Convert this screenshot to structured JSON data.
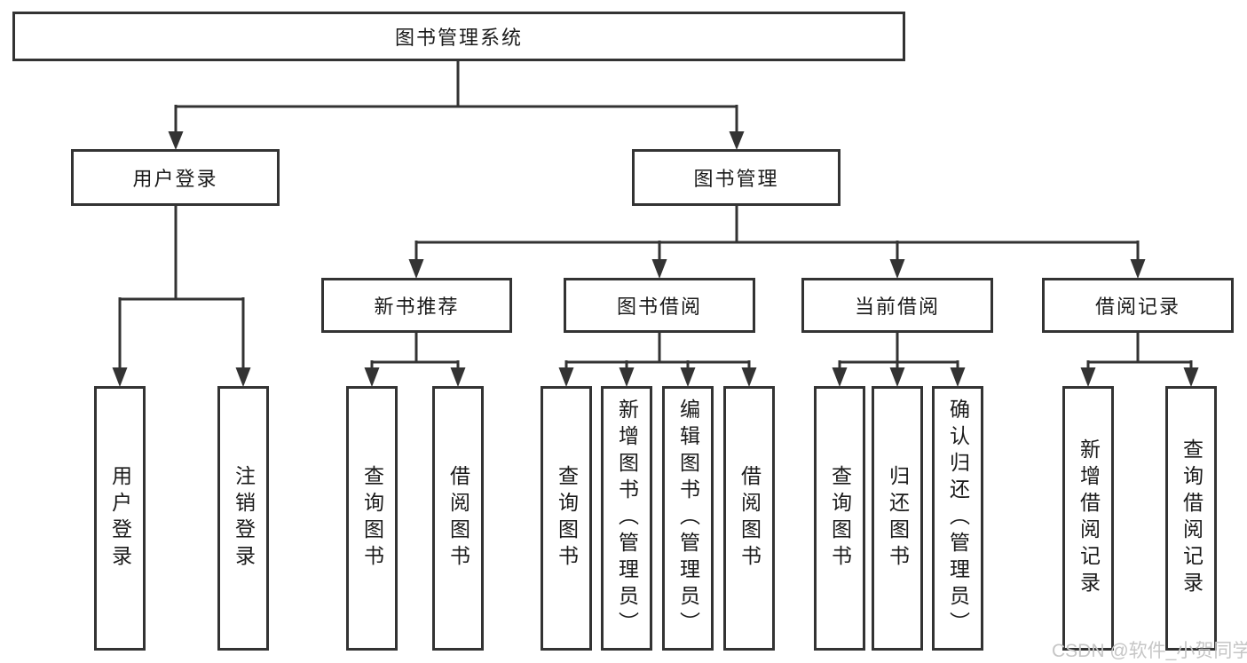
{
  "colors": {
    "line": "#333333",
    "box_border": "#333333",
    "box_bg": "#ffffff",
    "text": "#1a1a1a",
    "watermark": "#c6c6c6"
  },
  "watermark": {
    "text": "CSDN @软件_小贺同学"
  },
  "tree": {
    "label": "图书管理系统",
    "children": [
      {
        "label": "用户登录",
        "children": [
          {
            "label": "用户登录"
          },
          {
            "label": "注销登录"
          }
        ]
      },
      {
        "label": "图书管理",
        "children": [
          {
            "label": "新书推荐",
            "children": [
              {
                "label": "查询图书"
              },
              {
                "label": "借阅图书"
              }
            ]
          },
          {
            "label": "图书借阅",
            "children": [
              {
                "label": "查询图书"
              },
              {
                "label": "新增图书（管理员）"
              },
              {
                "label": "编辑图书（管理员）"
              },
              {
                "label": "借阅图书"
              }
            ]
          },
          {
            "label": "当前借阅",
            "children": [
              {
                "label": "查询图书"
              },
              {
                "label": "归还图书"
              },
              {
                "label": "确认归还（管理员）"
              }
            ]
          },
          {
            "label": "借阅记录",
            "children": [
              {
                "label": "新增借阅记录"
              },
              {
                "label": "查询借阅记录"
              }
            ]
          }
        ]
      }
    ]
  }
}
